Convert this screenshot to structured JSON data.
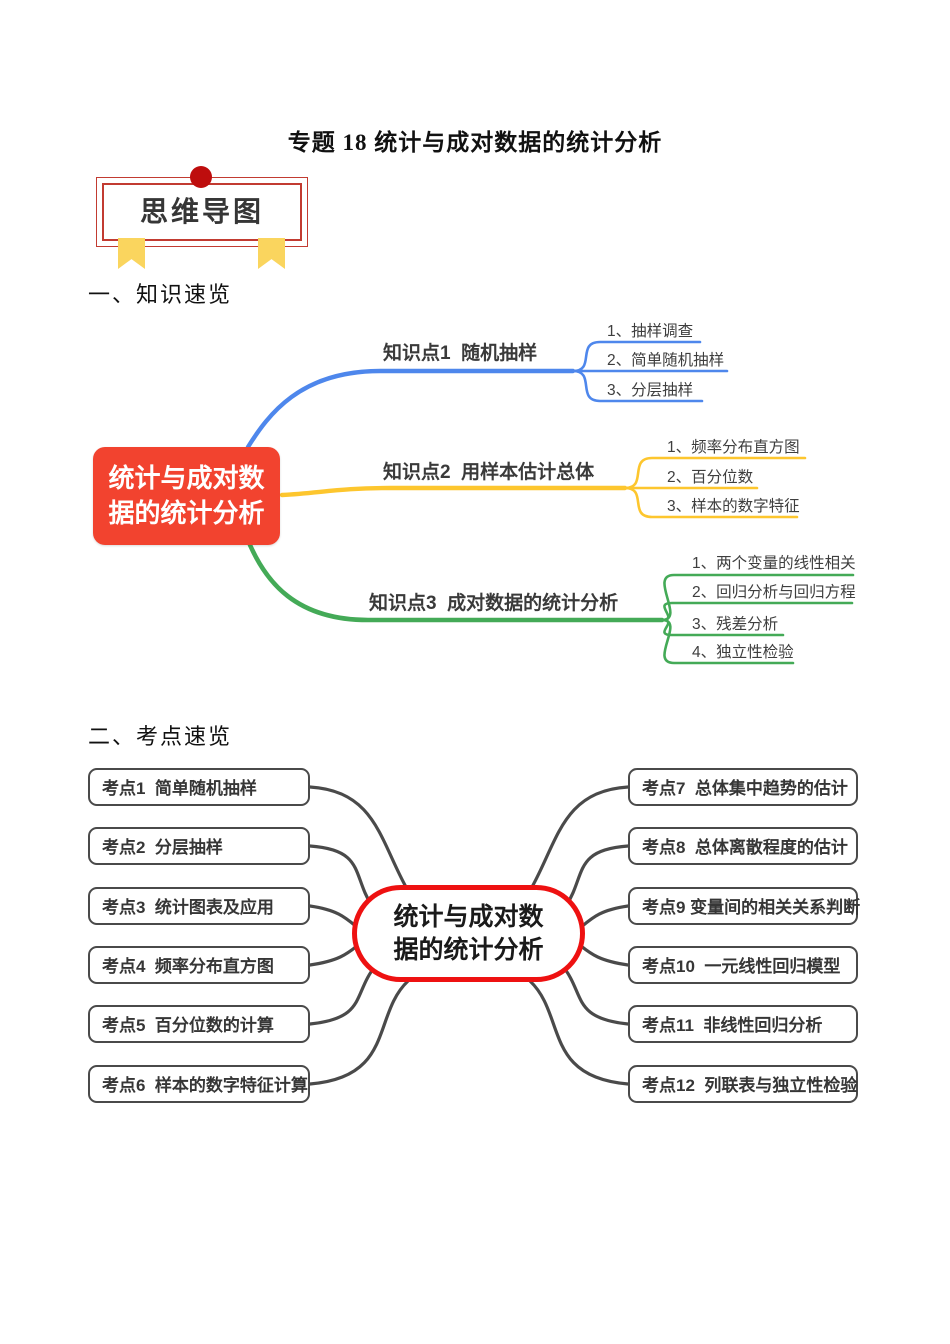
{
  "page": {
    "title": "专题 18 统计与成对数据的统计分析",
    "badge": "思维导图",
    "section1": "一、知识速览",
    "section2": "二、考点速览"
  },
  "colors": {
    "blue_branch": "#4e87ec",
    "yellow_branch": "#fdc62e",
    "green_branch": "#44aa57",
    "center_node_red": "#f2432f",
    "stadium_border_red": "#ee1111",
    "connector_gray": "#4a4a4a",
    "badge_border_red": "#c23b31",
    "badge_circle_red": "#be0d0d",
    "ribbon_yellow": "#fad55e"
  },
  "map1": {
    "center": {
      "line1": "统计与成对数",
      "line2": "据的统计分析"
    },
    "branches": [
      {
        "label": "知识点1  随机抽样",
        "items": [
          "1、抽样调查",
          "2、简单随机抽样",
          "3、分层抽样"
        ]
      },
      {
        "label": "知识点2  用样本估计总体",
        "items": [
          "1、频率分布直方图",
          "2、百分位数",
          "3、样本的数字特征"
        ]
      },
      {
        "label": "知识点3  成对数据的统计分析",
        "items": [
          "1、两个变量的线性相关",
          "2、回归分析与回归方程",
          "3、残差分析",
          "4、独立性检验"
        ]
      }
    ]
  },
  "map2": {
    "center": {
      "line1": "统计与成对数",
      "line2": "据的统计分析"
    },
    "left_items": [
      "考点1  简单随机抽样",
      "考点2  分层抽样",
      "考点3  统计图表及应用",
      "考点4  频率分布直方图",
      "考点5  百分位数的计算",
      "考点6  样本的数字特征计算"
    ],
    "right_items": [
      "考点7  总体集中趋势的估计",
      "考点8  总体离散程度的估计",
      "考点9 变量间的相关关系判断",
      "考点10  一元线性回归模型",
      "考点11  非线性回归分析",
      "考点12  列联表与独立性检验"
    ]
  }
}
